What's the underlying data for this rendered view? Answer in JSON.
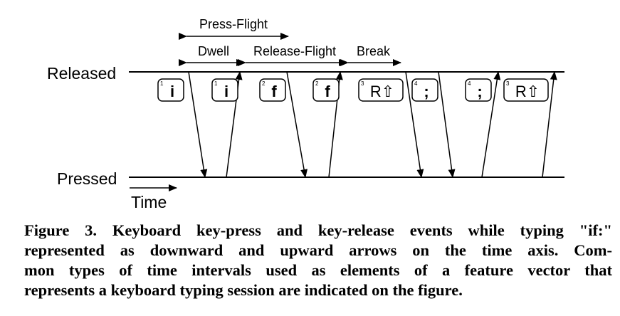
{
  "axis": {
    "released_label": "Released",
    "pressed_label": "Pressed",
    "time_label": "Time"
  },
  "intervals": {
    "press_flight": "Press-Flight",
    "dwell": "Dwell",
    "release_flight": "Release-Flight",
    "break": "Break"
  },
  "keys": [
    {
      "index": "1",
      "glyph": "i",
      "event": "press"
    },
    {
      "index": "1",
      "glyph": "i",
      "event": "release"
    },
    {
      "index": "2",
      "glyph": "f",
      "event": "press"
    },
    {
      "index": "2",
      "glyph": "f",
      "event": "release"
    },
    {
      "index": "3",
      "glyph": "R⇧",
      "event": "press"
    },
    {
      "index": "4",
      "glyph": ";",
      "event": "press"
    },
    {
      "index": "4",
      "glyph": ";",
      "event": "release"
    },
    {
      "index": "3",
      "glyph": "R⇧",
      "event": "release"
    }
  ],
  "caption": {
    "line1": "Figure 3. Keyboard key-press and key-release events while typing \"if:\"",
    "line2": "represented as downward and upward arrows on the time axis. Com-",
    "line3": "mon types of time intervals used as elements of a feature vector that",
    "line4": "represents a keyboard typing session are indicated on the figure."
  }
}
